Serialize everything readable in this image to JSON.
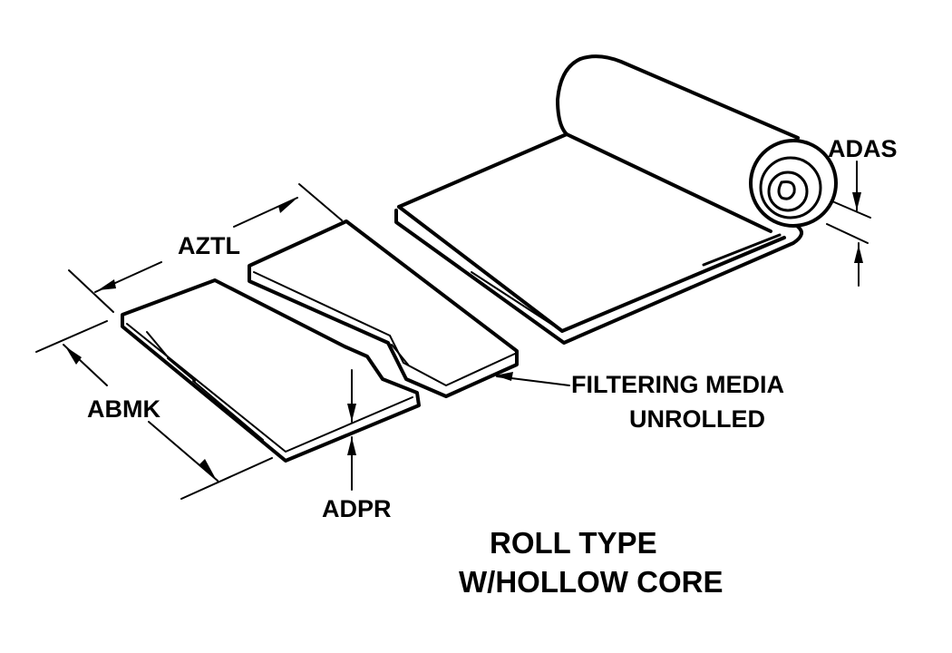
{
  "diagram": {
    "title_line1": "ROLL TYPE",
    "title_line2": "W/HOLLOW CORE",
    "callout_line1": "FILTERING MEDIA",
    "callout_line2": "UNROLLED",
    "dimensions": {
      "length": "AZTL",
      "width": "ABMK",
      "thickness_flat": "ADPR",
      "thickness_roll": "ADAS"
    },
    "colors": {
      "line": "#000000",
      "background": "#ffffff"
    }
  }
}
